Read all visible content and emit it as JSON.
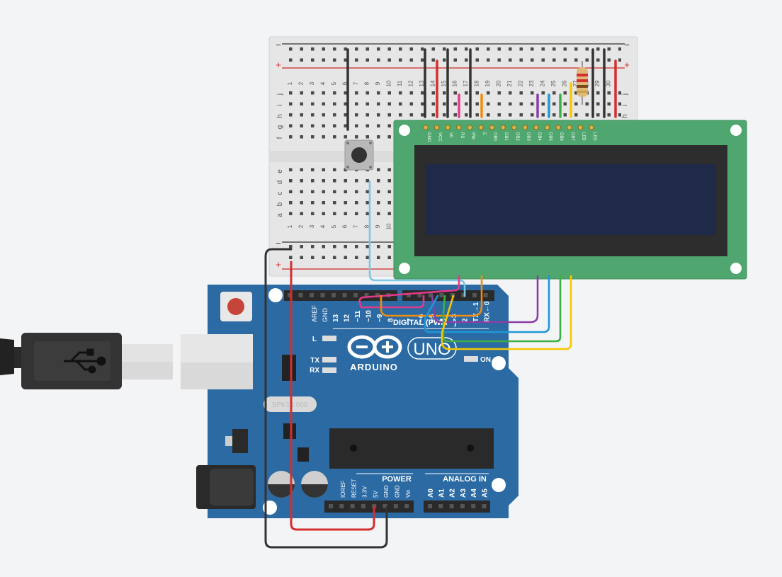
{
  "breadboard": {
    "rail_minus": "−",
    "rail_plus": "+",
    "row_letters_top": [
      "j",
      "i",
      "h",
      "g",
      "f"
    ],
    "row_letters_bottom": [
      "e",
      "d",
      "c",
      "b",
      "a"
    ],
    "column_numbers": [
      "1",
      "2",
      "3",
      "4",
      "5",
      "6",
      "7",
      "8",
      "9",
      "10",
      "11",
      "12",
      "13",
      "14",
      "15",
      "16",
      "17",
      "18",
      "19",
      "20",
      "21",
      "22",
      "23",
      "24",
      "25",
      "26",
      "27",
      "28",
      "29",
      "30"
    ],
    "colors": {
      "body": "#e6e6e6",
      "rail_red": "#d02b2b",
      "rail_black": "#333333"
    }
  },
  "lcd": {
    "pins": [
      "GND",
      "VCC",
      "V0",
      "RS",
      "RW",
      "E",
      "DB0",
      "DB1",
      "DB2",
      "DB3",
      "DB4",
      "DB5",
      "DB6",
      "DB7",
      "LED",
      "LED"
    ],
    "colors": {
      "pcb": "#4fa66e",
      "bezel": "#2d2d2d",
      "screen": "#1e2a48"
    }
  },
  "arduino": {
    "board_name": "ARDUINO",
    "model": "UNO",
    "digital_header_label": "DIGITAL (PWM ~)",
    "aref": "AREF",
    "gnd": "GND",
    "digital_pins": [
      "13",
      "12",
      "~11",
      "~10",
      "~9",
      "8",
      "7",
      "~6",
      "~5",
      "4",
      "~3",
      "2",
      "TX→1",
      "RX←0"
    ],
    "leds": [
      "L",
      "TX",
      "RX"
    ],
    "on_label": "ON",
    "power_label": "POWER",
    "power_pins": [
      "IOREF",
      "RESET",
      "3.3V",
      "5V",
      "GND",
      "GND",
      "Vin"
    ],
    "analog_label": "ANALOG IN",
    "analog_pins": [
      "A0",
      "A1",
      "A2",
      "A3",
      "A4",
      "A5"
    ],
    "crystal_text": "SPK16.000",
    "colors": {
      "board": "#2b6aa3",
      "label": "#ffffff"
    }
  },
  "usb": {
    "icon": "usb-icon"
  },
  "wire_colors": {
    "red": "#d32f2f",
    "black": "#333333",
    "pink": "#e23a8c",
    "orange": "#f08c10",
    "purple": "#8a3fa8",
    "blue": "#1e98d6",
    "green": "#3cb043",
    "yellow": "#f5c800",
    "lightblue": "#7cc7e3"
  }
}
